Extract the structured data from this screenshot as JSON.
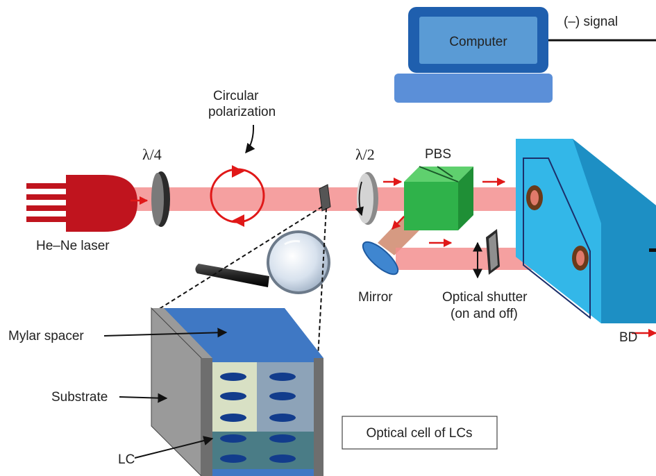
{
  "labels": {
    "signal": "(–) signal",
    "computer": "Computer",
    "circular_polarization_line1": "Circular",
    "circular_polarization_line2": "polarization",
    "quarter_wave": "λ/4",
    "half_wave": "λ/2",
    "pbs": "PBS",
    "laser": "He–Ne laser",
    "mirror": "Mirror",
    "shutter_line1": "Optical shutter",
    "shutter_line2": "(on and off)",
    "bd": "BD",
    "mylar_spacer": "Mylar spacer",
    "substrate": "Substrate",
    "lc": "LC",
    "cell_caption": "Optical cell of LCs"
  },
  "colors": {
    "laser_body": "#c0141e",
    "beam": "#f28a8a",
    "arrow_red": "#e01818",
    "computer_frame": "#1f5fae",
    "computer_screen": "#5a9bd5",
    "computer_base": "#5b8fd8",
    "pbs_green": "#2fb24a",
    "detector_blue": "#33b7e8",
    "spacer_blue": "#3f78c4",
    "substrate_gray": "#9a9a9a",
    "lc_molecule": "#123c8c"
  }
}
